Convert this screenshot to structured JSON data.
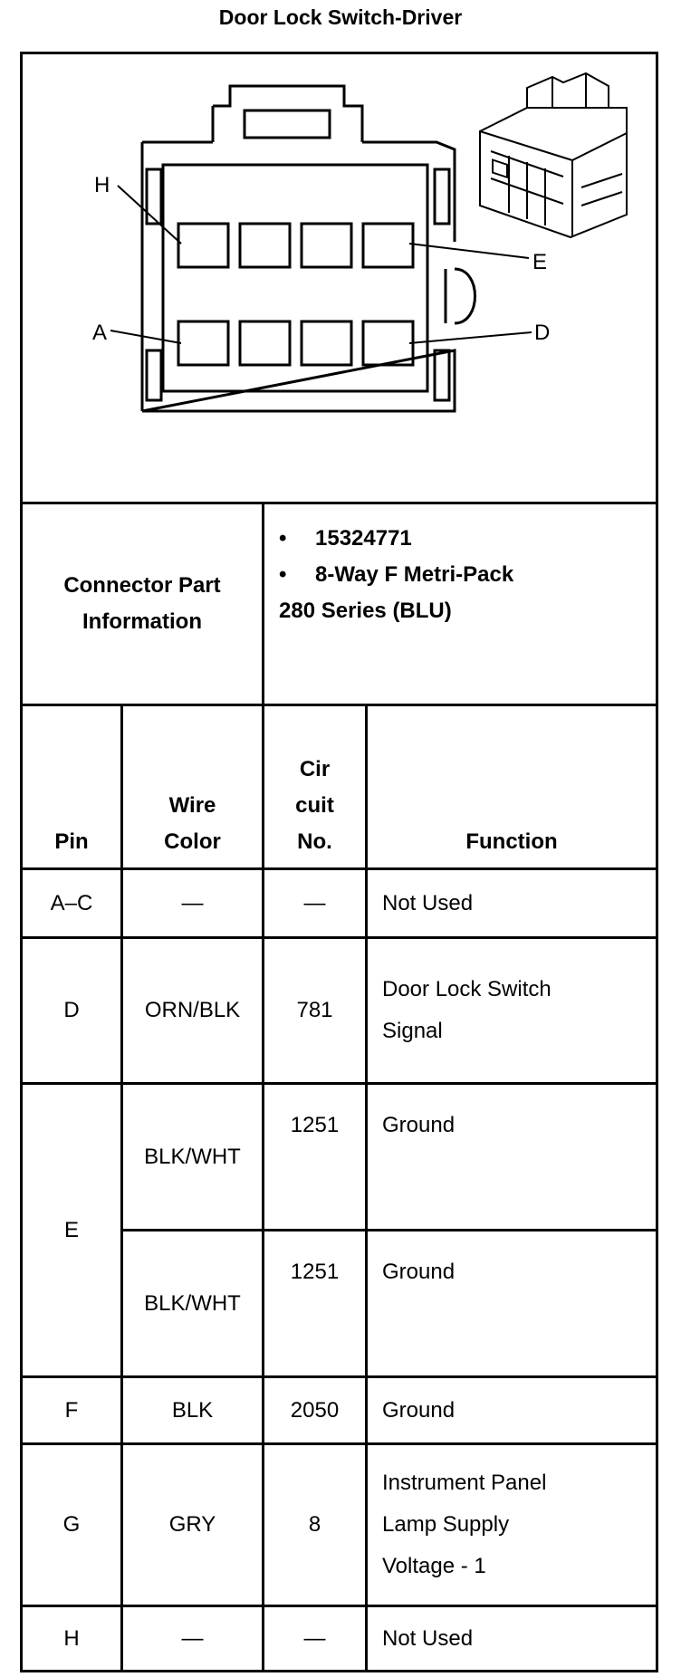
{
  "title": "Door Lock Switch-Driver",
  "diagram": {
    "pin_labels": {
      "H": "H",
      "E": "E",
      "A": "A",
      "D": "D"
    }
  },
  "part_info": {
    "label": "Connector Part Information",
    "items": [
      "15324771",
      "8-Way F Metri-Pack"
    ],
    "continuation": "280 Series (BLU)",
    "bullet": "•"
  },
  "headers": {
    "pin": "Pin",
    "wire_color": "Wire Color",
    "circuit_no": "Cir cuit No.",
    "function": "Function"
  },
  "rows": [
    {
      "pin": "A–C",
      "wire": "—",
      "circuit": "—",
      "function": "Not Used"
    },
    {
      "pin": "D",
      "wire": "ORN/BLK",
      "circuit": "781",
      "function": "Door Lock Switch Signal"
    },
    {
      "pin": "E",
      "wire": "BLK/WHT",
      "circuit": "1251",
      "function": "Ground"
    },
    {
      "pin": "",
      "wire": "BLK/WHT",
      "circuit": "1251",
      "function": "Ground"
    },
    {
      "pin": "F",
      "wire": "BLK",
      "circuit": "2050",
      "function": "Ground"
    },
    {
      "pin": "G",
      "wire": "GRY",
      "circuit": "8",
      "function": "Instrument Panel Lamp Supply Voltage - 1"
    },
    {
      "pin": "H",
      "wire": "—",
      "circuit": "—",
      "function": "Not Used"
    }
  ]
}
